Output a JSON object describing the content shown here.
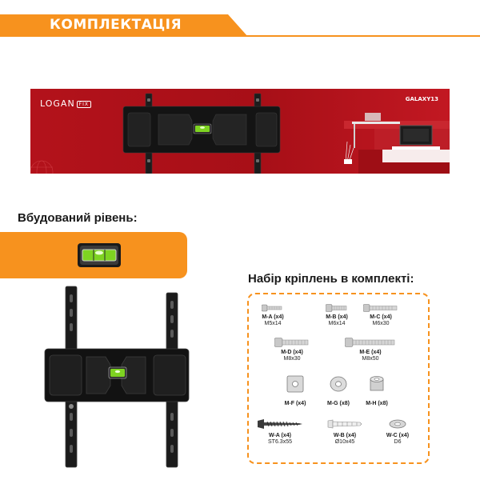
{
  "header": {
    "title": "КОМПЛЕКТАЦІЯ"
  },
  "banner": {
    "brand": "LOGAN",
    "brand_badge": "FIX",
    "model": "GALAXY13"
  },
  "level": {
    "label": "Вбудований рівень:"
  },
  "kit": {
    "label": "Набір кріплень в комплекті:",
    "parts": [
      {
        "name": "M-A (x4)",
        "size": "M5x14",
        "icon": "short-bolt-icon"
      },
      {
        "name": "M-B (x4)",
        "size": "M6x14",
        "icon": "short-bolt-icon"
      },
      {
        "name": "M-C (x4)",
        "size": "M6x30",
        "icon": "long-bolt-icon"
      },
      {
        "name": "M-D (x4)",
        "size": "M8x30",
        "icon": "long-bolt-icon"
      },
      {
        "name": "M-E (x4)",
        "size": "M8x50",
        "icon": "extra-long-bolt-icon"
      },
      {
        "name": "M-F (x4)",
        "size": "",
        "icon": "square-washer-icon"
      },
      {
        "name": "M-G (x8)",
        "size": "",
        "icon": "round-spacer-icon"
      },
      {
        "name": "M-H (x8)",
        "size": "",
        "icon": "tall-spacer-icon"
      },
      {
        "name": "W-A (x4)",
        "size": "ST6.3x55",
        "icon": "wood-screw-icon"
      },
      {
        "name": "W-B (x4)",
        "size": "Ø10x45",
        "icon": "wall-anchor-icon"
      },
      {
        "name": "W-C (x4)",
        "size": "D6",
        "icon": "flat-washer-icon"
      }
    ]
  },
  "colors": {
    "accent": "#f7921e",
    "banner_red": "#b3121b",
    "level_green": "#7ed321"
  }
}
